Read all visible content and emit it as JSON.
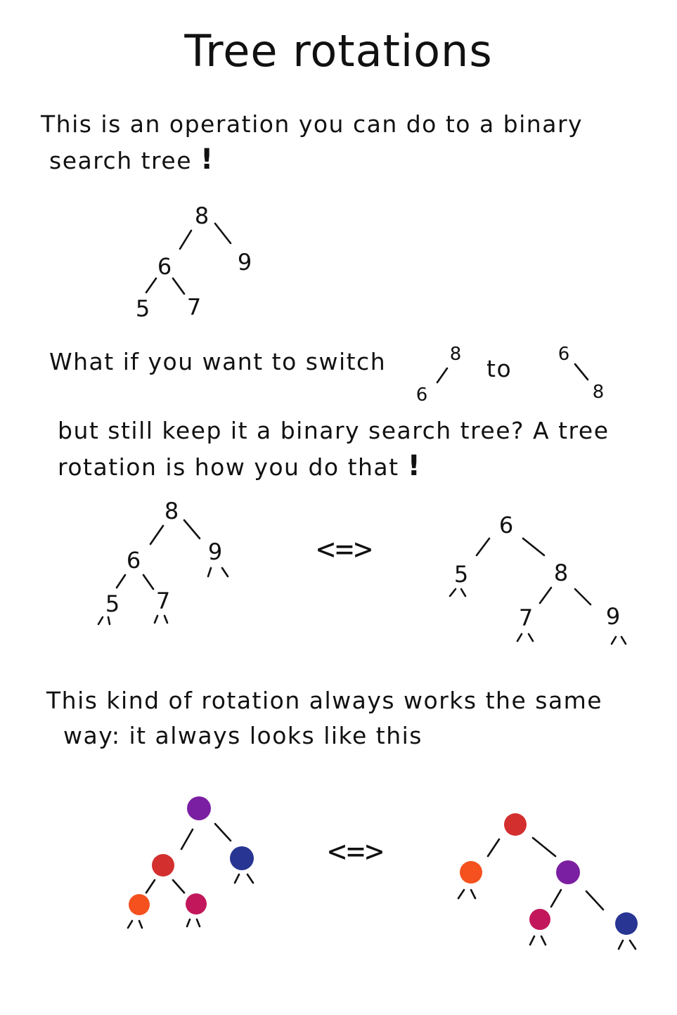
{
  "title": "Tree rotations",
  "intro": {
    "line1": "This is an operation you can do to a binary",
    "line2": "search tree",
    "bang": "!"
  },
  "tree1": {
    "root": "8",
    "left": "6",
    "right": "9",
    "left_left": "5",
    "left_right": "7"
  },
  "question": {
    "what_if": "What if you want to switch",
    "to": "to",
    "from_parent": "8",
    "from_child": "6",
    "to_parent": "6",
    "to_child": "8",
    "line2": "but still keep it a binary search tree? A tree",
    "line3": "rotation is how you do that",
    "bang": "!"
  },
  "tree_before": {
    "root": "8",
    "left": "6",
    "right": "9",
    "left_left": "5",
    "left_right": "7"
  },
  "equiv": "<=>",
  "tree_after": {
    "root": "6",
    "left": "5",
    "right": "8",
    "right_left": "7",
    "right_right": "9"
  },
  "closing": {
    "line1": "This kind of rotation always works the same",
    "line2": "way: it always looks like this"
  },
  "colors": {
    "purple": "#7b1fa2",
    "blue": "#283593",
    "red": "#d32f2f",
    "orange": "#f4511e",
    "pink": "#c2185b",
    "ink": "#111111"
  }
}
